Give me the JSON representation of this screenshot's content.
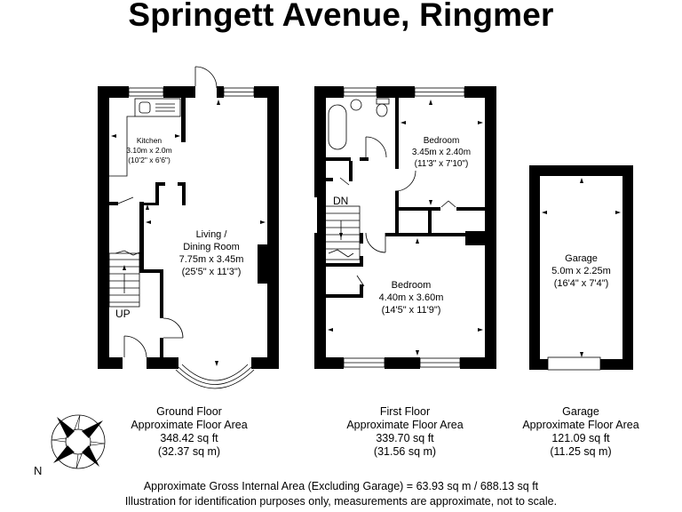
{
  "title": "Springett Avenue, Ringmer",
  "ground_floor": {
    "rooms": [
      {
        "name": "Kitchen",
        "metric": "3.10m x 2.0m",
        "imperial": "(10'2\" x 6'6\")"
      },
      {
        "name_line1": "Living /",
        "name": "Dining Room",
        "metric": "7.75m x 3.45m",
        "imperial": "(25'5\" x 11'3\")"
      }
    ],
    "stairs_label": "UP",
    "summary": {
      "name": "Ground Floor",
      "label": "Approximate Floor Area",
      "sq_ft": "348.42 sq ft",
      "sq_m": "(32.37 sq m)"
    }
  },
  "first_floor": {
    "rooms": [
      {
        "name": "Bedroom",
        "metric": "3.45m x 2.40m",
        "imperial": "(11'3\" x 7'10\")"
      },
      {
        "name": "Bedroom",
        "metric": "4.40m x 3.60m",
        "imperial": "(14'5\" x 11'9\")"
      }
    ],
    "stairs_label": "DN",
    "summary": {
      "name": "First Floor",
      "label": "Approximate Floor Area",
      "sq_ft": "339.70 sq ft",
      "sq_m": "(31.56 sq m)"
    }
  },
  "garage": {
    "rooms": [
      {
        "name": "Garage",
        "metric": "5.0m x 2.25m",
        "imperial": "(16'4\" x 7'4\")"
      }
    ],
    "summary": {
      "name": "Garage",
      "label": "Approximate Floor Area",
      "sq_ft": "121.09 sq ft",
      "sq_m": "(11.25 sq m)"
    }
  },
  "compass": {
    "icon": "compass-rose-icon",
    "label": "N"
  },
  "footer": {
    "gross_area": "Approximate Gross Internal Area (Excluding Garage) = 63.93 sq m / 688.13 sq ft",
    "disclaimer": "Illustration for identification purposes only, measurements are approximate, not to scale."
  }
}
